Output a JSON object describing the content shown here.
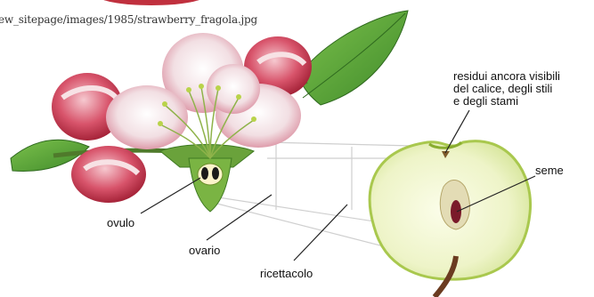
{
  "image_path": "ew_sitepage/images/1985/strawberry_fragola.jpg",
  "labels": {
    "residui": [
      "residui ancora visibili",
      "del calice, degli stili",
      "e degli stami"
    ],
    "seme": "seme",
    "ovulo": "ovulo",
    "ovario": "ovario",
    "ricettacolo": "ricettacolo"
  },
  "colors": {
    "petal": "#f4e3e6",
    "petal_pink": "#d9607a",
    "bud_red": "#c8283f",
    "leaf": "#5aa53a",
    "apple_flesh": "#eef4c9",
    "apple_skin": "#9cc23c",
    "leader": "#222222",
    "guide": "#c9c9c9"
  },
  "icons": [
    "apple-blossom-illustration",
    "apple-cross-section-illustration"
  ]
}
